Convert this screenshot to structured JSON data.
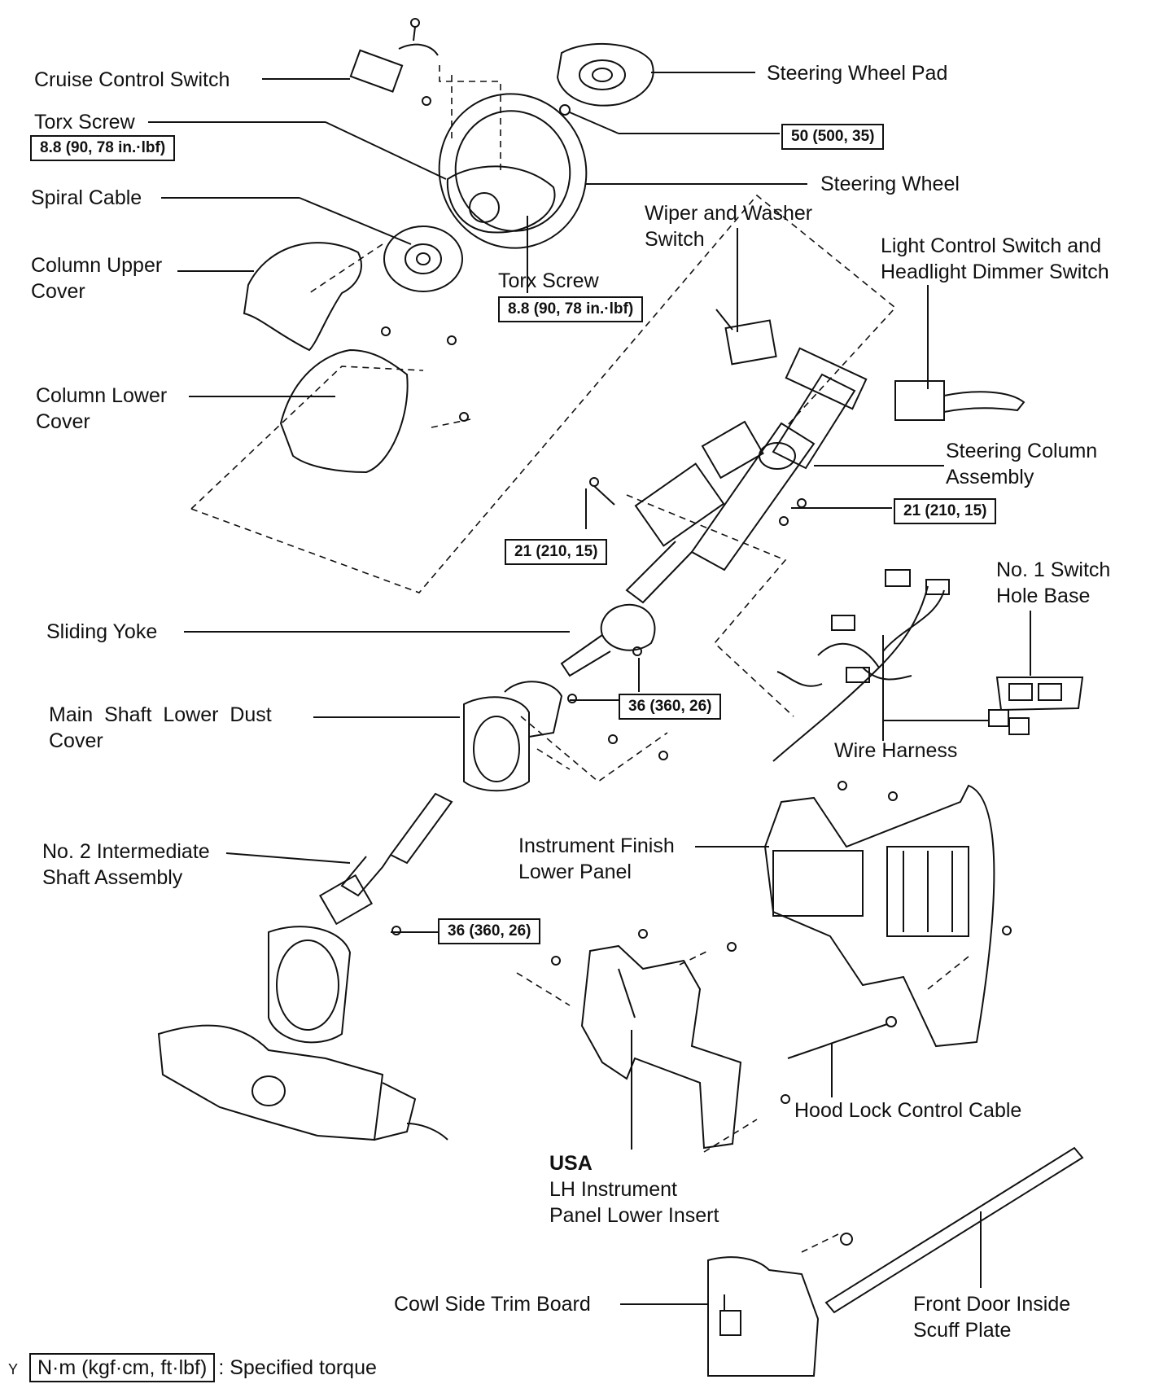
{
  "labels": {
    "cruise_control_switch": "Cruise Control Switch",
    "steering_wheel_pad": "Steering Wheel Pad",
    "torx_screw_1": "Torx Screw",
    "steering_wheel": "Steering Wheel",
    "spiral_cable": "Spiral Cable",
    "wiper_washer_switch": [
      "Wiper and Washer",
      "Switch"
    ],
    "light_control_switch": [
      "Light Control Switch and",
      "Headlight Dimmer Switch"
    ],
    "column_upper_cover": [
      "Column Upper",
      "Cover"
    ],
    "torx_screw_2": "Torx Screw",
    "column_lower_cover": [
      "Column Lower",
      "Cover"
    ],
    "steering_column_assembly": [
      "Steering Column",
      "Assembly"
    ],
    "no1_switch_hole_base": [
      "No. 1 Switch",
      "Hole Base"
    ],
    "sliding_yoke": "Sliding Yoke",
    "main_shaft_lower_dust_cover": [
      "Main  Shaft  Lower  Dust",
      "Cover"
    ],
    "wire_harness": "Wire Harness",
    "no2_intermediate_shaft": [
      "No. 2 Intermediate",
      "Shaft Assembly"
    ],
    "instrument_finish_lower_panel": [
      "Instrument Finish",
      "Lower Panel"
    ],
    "hood_lock_control_cable": "Hood Lock Control Cable",
    "usa_title": "USA",
    "lh_instrument_panel_lower_insert": [
      "LH Instrument",
      "Panel Lower Insert"
    ],
    "cowl_side_trim_board": "Cowl Side Trim Board",
    "front_door_inside_scuff_plate": [
      "Front Door Inside",
      "Scuff Plate"
    ]
  },
  "torques": {
    "torx_screw_1": "8.8 (90, 78 in.·lbf)",
    "steering_wheel_nut": "50 (500, 35)",
    "torx_screw_2": "8.8 (90, 78 in.·lbf)",
    "column_bolt_right": "21 (210, 15)",
    "column_bolt_left": "21 (210, 15)",
    "sliding_yoke_bolt": "36 (360, 26)",
    "intermediate_shaft_bolt": "36 (360, 26)"
  },
  "legend": {
    "box": "N·m (kgf·cm, ft·lbf)",
    "text": ": Specified torque"
  },
  "corner_code": "Y"
}
